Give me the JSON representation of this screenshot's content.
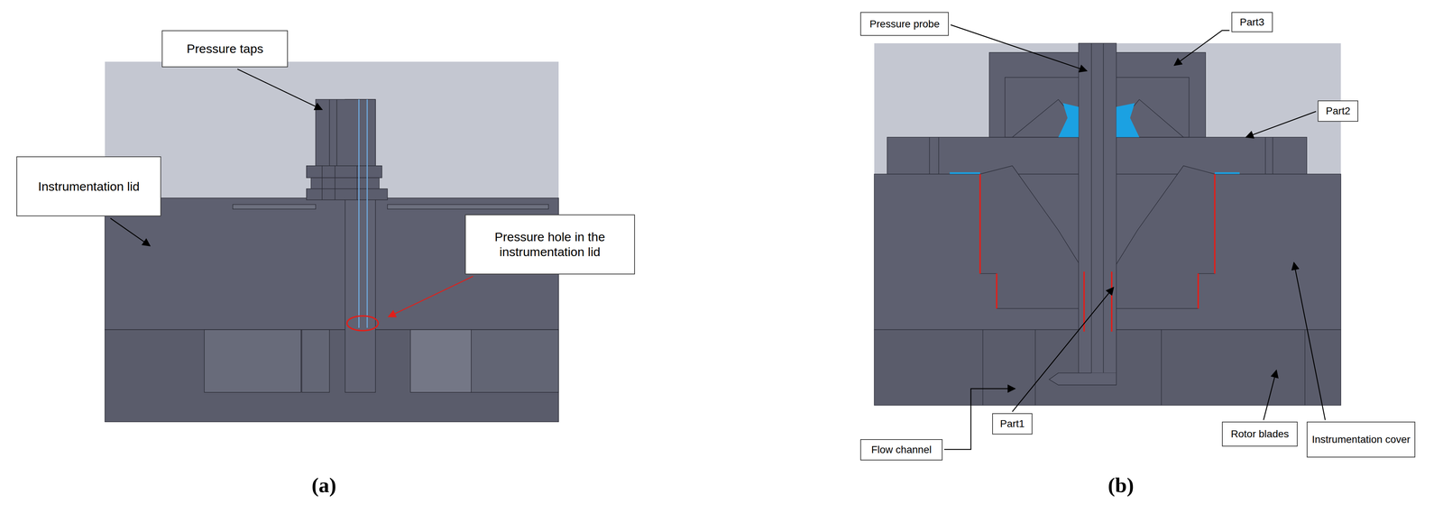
{
  "diagram": {
    "nodes": [
      {
        "text": [
          "Pressure taps"
        ]
      },
      {
        "text": [
          "Instrumentation lid"
        ]
      },
      {
        "text": [
          "Pressure hole in the instrumentation lid"
        ]
      },
      {
        "text": [
          "Pressure probe"
        ]
      },
      {
        "text": [
          "Part3"
        ]
      },
      {
        "text": [
          "Part2"
        ]
      },
      {
        "text": [
          "Part1"
        ]
      },
      {
        "text": [
          "Flow channel"
        ]
      },
      {
        "text": [
          "Rotor blades"
        ]
      },
      {
        "text": [
          "Instrumentation cover"
        ]
      }
    ],
    "labels": [
      "(a)",
      "(b)"
    ]
  }
}
